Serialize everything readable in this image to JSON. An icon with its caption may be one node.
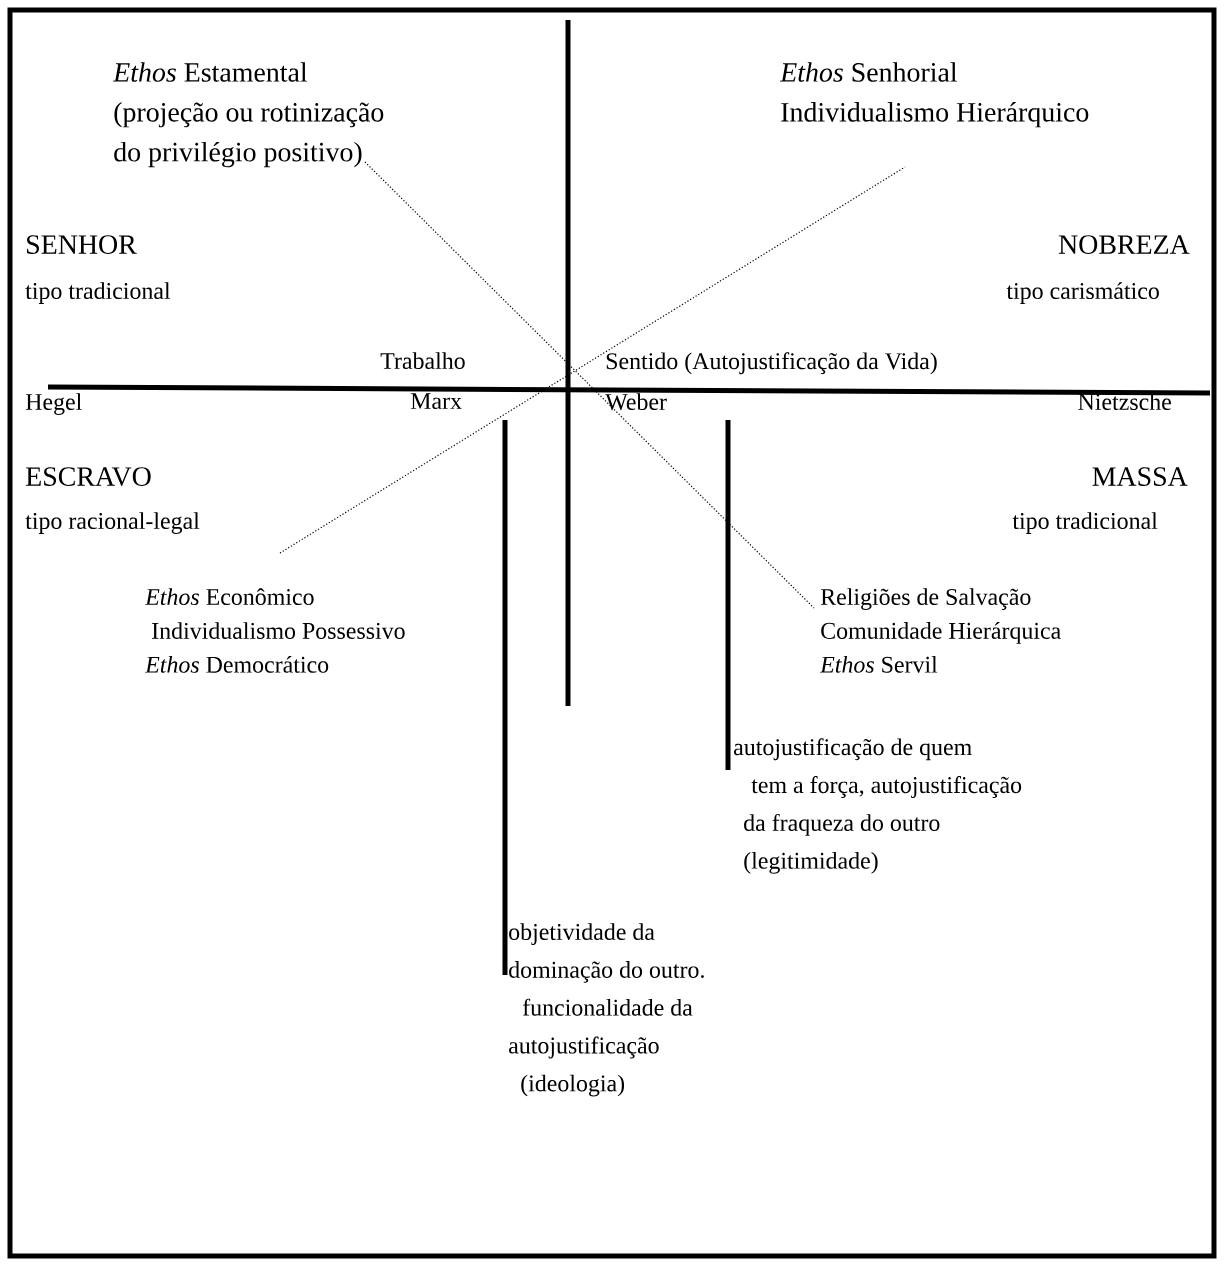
{
  "diagram": {
    "nodes": [
      {
        "text": [
          "*Ethos* Estamental",
          "(projeção ou rotinização",
          "do privilégio positivo)"
        ]
      },
      {
        "text": [
          "*Ethos* Senhorial",
          "Individualismo Hierárquico"
        ]
      },
      {
        "text": [
          "*Ethos* Econômico",
          "Individualismo Possessivo",
          "*Ethos* Democrático"
        ]
      },
      {
        "text": [
          "Religiões de Salvação",
          "Comunidade Hierárquica",
          "*Ethos* Servil"
        ]
      },
      {
        "text": [
          "Marx"
        ]
      },
      {
        "text": [
          "Weber"
        ]
      },
      {
        "text": [
          "objetividade da",
          "dominação do outro.",
          "funcionalidade da",
          "autojustificação",
          "(ideologia)"
        ]
      },
      {
        "text": [
          "autojustificação de quem",
          "tem a força, autojustificação",
          "da fraqueza do outro",
          "(legitimidade)"
        ]
      }
    ],
    "edges": [
      {
        "from": 0,
        "to": 3,
        "arrow": "none",
        "style": "dashed"
      },
      {
        "from": 2,
        "to": 1,
        "arrow": "none",
        "style": "dashed"
      },
      {
        "from": 4,
        "to": 6,
        "arrow": "none",
        "style": "thick"
      },
      {
        "from": 5,
        "to": 7,
        "arrow": "none",
        "style": "thick"
      }
    ],
    "labels": [
      "SENHOR",
      "NOBREZA",
      "tipo tradicional",
      "tipo carismático",
      "Trabalho",
      "Sentido (Autojustificação da Vida)",
      "Hegel",
      "Nietzsche",
      "ESCRAVO",
      "MASSA",
      "tipo racional-legal",
      "tipo tradicional"
    ]
  }
}
